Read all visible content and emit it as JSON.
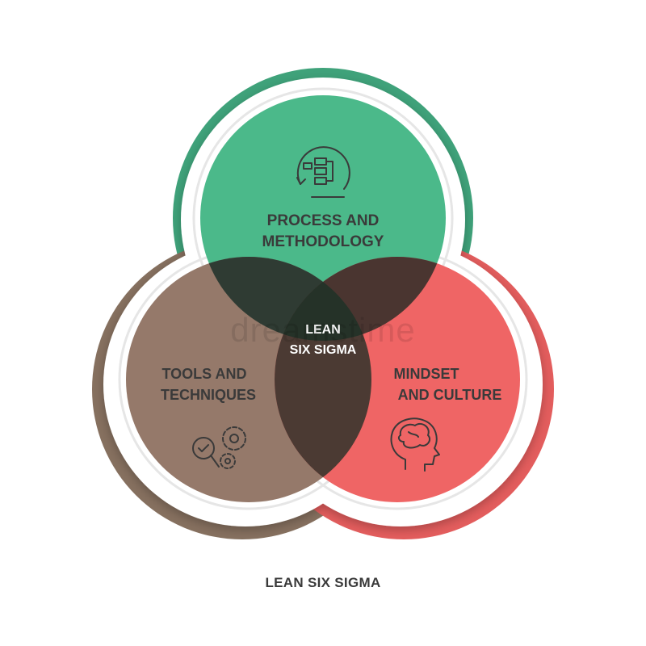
{
  "diagram": {
    "top": {
      "line1": "PROCESS AND",
      "line2": "METHODOLOGY",
      "icon": "process-flowchart-icon",
      "color": "#4bb98a",
      "ring_color": "#3fa27a"
    },
    "left": {
      "line1": "TOOLS AND",
      "line2": "TECHNIQUES",
      "icon": "gears-magnifier-icon",
      "color": "#95796a",
      "ring_color": "#86705f"
    },
    "right": {
      "line1": "MINDSET",
      "line2": "AND CULTURE",
      "icon": "head-brain-icon",
      "color": "#ef6565",
      "ring_color": "#e35d5d"
    },
    "center": {
      "line1": "LEAN",
      "line2": "SIX SIGMA"
    }
  },
  "watermark": "dreamstime",
  "footer": {
    "title": "LEAN SIX SIGMA"
  }
}
